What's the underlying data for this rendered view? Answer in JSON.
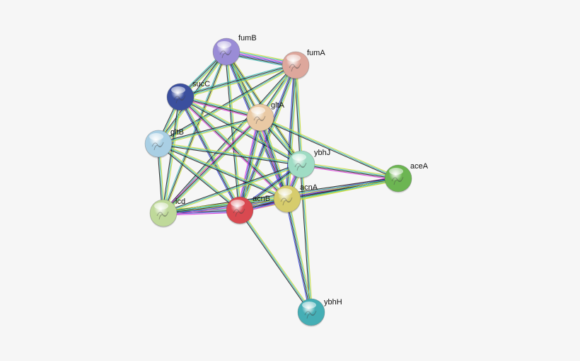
{
  "network": {
    "nodes": [
      {
        "id": "fumB",
        "label": "fumB",
        "color": "#9a8cd6"
      },
      {
        "id": "fumA",
        "label": "fumA",
        "color": "#dda79c"
      },
      {
        "id": "sucC",
        "label": "sucC",
        "color": "#3b4f9e"
      },
      {
        "id": "gltA",
        "label": "gltA",
        "color": "#e9c9a4"
      },
      {
        "id": "gltB",
        "label": "gltB",
        "color": "#a9cfe4"
      },
      {
        "id": "ybhJ",
        "label": "ybhJ",
        "color": "#9fdcc4"
      },
      {
        "id": "aceA",
        "label": "aceA",
        "color": "#6cb552"
      },
      {
        "id": "icd",
        "label": "icd",
        "color": "#bfd99a"
      },
      {
        "id": "acnB",
        "label": "acnB",
        "color": "#d94950"
      },
      {
        "id": "acnA",
        "label": "acnA",
        "color": "#d6cc6c"
      },
      {
        "id": "ybhH",
        "label": "ybhH",
        "color": "#45aeb5"
      }
    ],
    "edges": [
      {
        "a": "fumB",
        "b": "fumA",
        "kinds": [
          "yellowgreen",
          "teal",
          "magenta",
          "blue",
          "black",
          "teal"
        ]
      },
      {
        "a": "fumB",
        "b": "sucC",
        "kinds": [
          "yellowgreen",
          "teal",
          "black",
          "teal"
        ]
      },
      {
        "a": "fumB",
        "b": "gltA",
        "kinds": [
          "yellowgreen",
          "black",
          "teal"
        ]
      },
      {
        "a": "fumB",
        "b": "gltB",
        "kinds": [
          "yellowgreen",
          "teal",
          "black"
        ]
      },
      {
        "a": "fumB",
        "b": "ybhJ",
        "kinds": [
          "yellowgreen",
          "black",
          "teal"
        ]
      },
      {
        "a": "fumB",
        "b": "icd",
        "kinds": [
          "yellowgreen",
          "black",
          "teal"
        ]
      },
      {
        "a": "fumB",
        "b": "acnB",
        "kinds": [
          "yellowgreen",
          "teal",
          "black"
        ]
      },
      {
        "a": "fumB",
        "b": "acnA",
        "kinds": [
          "yellowgreen",
          "teal",
          "black",
          "blue"
        ]
      },
      {
        "a": "fumA",
        "b": "sucC",
        "kinds": [
          "yellowgreen",
          "teal",
          "black",
          "teal"
        ]
      },
      {
        "a": "fumA",
        "b": "gltA",
        "kinds": [
          "yellowgreen",
          "teal",
          "black"
        ]
      },
      {
        "a": "fumA",
        "b": "gltB",
        "kinds": [
          "yellowgreen",
          "teal",
          "black"
        ]
      },
      {
        "a": "fumA",
        "b": "ybhJ",
        "kinds": [
          "yellowgreen",
          "teal",
          "black"
        ]
      },
      {
        "a": "fumA",
        "b": "icd",
        "kinds": [
          "yellowgreen",
          "teal",
          "black"
        ]
      },
      {
        "a": "fumA",
        "b": "acnB",
        "kinds": [
          "yellowgreen",
          "teal",
          "black",
          "blue"
        ]
      },
      {
        "a": "fumA",
        "b": "acnA",
        "kinds": [
          "yellowgreen",
          "teal",
          "black",
          "blue"
        ]
      },
      {
        "a": "sucC",
        "b": "gltA",
        "kinds": [
          "yellowgreen",
          "teal",
          "black",
          "magenta"
        ]
      },
      {
        "a": "sucC",
        "b": "gltB",
        "kinds": [
          "yellowgreen",
          "teal",
          "black"
        ]
      },
      {
        "a": "sucC",
        "b": "ybhJ",
        "kinds": [
          "yellowgreen",
          "teal",
          "black"
        ]
      },
      {
        "a": "sucC",
        "b": "icd",
        "kinds": [
          "yellowgreen",
          "teal",
          "black"
        ]
      },
      {
        "a": "sucC",
        "b": "acnB",
        "kinds": [
          "yellowgreen",
          "teal",
          "black",
          "blue"
        ]
      },
      {
        "a": "sucC",
        "b": "acnA",
        "kinds": [
          "yellowgreen",
          "teal",
          "black",
          "magenta"
        ]
      },
      {
        "a": "gltA",
        "b": "gltB",
        "kinds": [
          "yellowgreen",
          "teal",
          "black"
        ]
      },
      {
        "a": "gltA",
        "b": "ybhJ",
        "kinds": [
          "yellowgreen",
          "teal",
          "black"
        ]
      },
      {
        "a": "gltA",
        "b": "aceA",
        "kinds": [
          "yellowgreen",
          "teal",
          "black"
        ]
      },
      {
        "a": "gltA",
        "b": "icd",
        "kinds": [
          "yellowgreen",
          "teal",
          "black",
          "magenta"
        ]
      },
      {
        "a": "gltA",
        "b": "acnB",
        "kinds": [
          "yellowgreen",
          "teal",
          "black",
          "blue",
          "magenta"
        ]
      },
      {
        "a": "gltA",
        "b": "acnA",
        "kinds": [
          "yellowgreen",
          "teal",
          "black",
          "blue",
          "magenta"
        ]
      },
      {
        "a": "gltB",
        "b": "ybhJ",
        "kinds": [
          "yellowgreen",
          "teal",
          "black"
        ]
      },
      {
        "a": "gltB",
        "b": "icd",
        "kinds": [
          "yellowgreen",
          "teal",
          "black"
        ]
      },
      {
        "a": "gltB",
        "b": "acnB",
        "kinds": [
          "yellowgreen",
          "teal",
          "black"
        ]
      },
      {
        "a": "gltB",
        "b": "acnA",
        "kinds": [
          "yellowgreen",
          "teal",
          "black"
        ]
      },
      {
        "a": "ybhJ",
        "b": "aceA",
        "kinds": [
          "yellowgreen",
          "teal",
          "black",
          "magenta"
        ]
      },
      {
        "a": "ybhJ",
        "b": "icd",
        "kinds": [
          "yellowgreen",
          "teal",
          "black"
        ]
      },
      {
        "a": "ybhJ",
        "b": "acnB",
        "kinds": [
          "yellowgreen",
          "teal",
          "black",
          "blue"
        ]
      },
      {
        "a": "ybhJ",
        "b": "acnA",
        "kinds": [
          "yellowgreen",
          "teal",
          "black",
          "blue",
          "magenta"
        ]
      },
      {
        "a": "ybhJ",
        "b": "ybhH",
        "kinds": [
          "yellowgreen",
          "teal",
          "black"
        ]
      },
      {
        "a": "aceA",
        "b": "acnB",
        "kinds": [
          "yellowgreen",
          "teal",
          "black",
          "magenta"
        ]
      },
      {
        "a": "aceA",
        "b": "acnA",
        "kinds": [
          "yellowgreen",
          "teal",
          "black",
          "blue",
          "magenta"
        ]
      },
      {
        "a": "aceA",
        "b": "icd",
        "kinds": [
          "yellowgreen",
          "teal",
          "black"
        ]
      },
      {
        "a": "icd",
        "b": "acnB",
        "kinds": [
          "yellowgreen",
          "teal",
          "black",
          "blue",
          "magenta"
        ]
      },
      {
        "a": "icd",
        "b": "acnA",
        "kinds": [
          "yellowgreen",
          "teal",
          "black",
          "blue",
          "magenta"
        ]
      },
      {
        "a": "acnB",
        "b": "acnA",
        "kinds": [
          "yellowgreen",
          "teal",
          "black",
          "blue",
          "magenta"
        ]
      },
      {
        "a": "acnB",
        "b": "ybhH",
        "kinds": [
          "yellowgreen",
          "teal",
          "black"
        ]
      },
      {
        "a": "acnA",
        "b": "ybhH",
        "kinds": [
          "yellowgreen",
          "teal",
          "black",
          "blue"
        ]
      }
    ],
    "edge_colors": {
      "yellowgreen": "#c8dc3c",
      "teal": "#39b6b0",
      "magenta": "#d93ed9",
      "blue": "#3342d6",
      "black": "#222222"
    }
  }
}
